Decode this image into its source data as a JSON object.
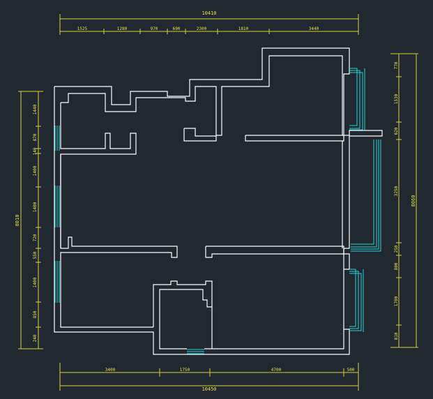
{
  "colors": {
    "background": "#212830",
    "dimension": "#d8d23a",
    "wall": "#ffffff",
    "window": "#22d3d3"
  },
  "dimensions": {
    "top": {
      "total": "10410",
      "segments": [
        "1525",
        "1280",
        "970",
        "690",
        "2300",
        "1810",
        "3440"
      ]
    },
    "bottom": {
      "total": "10450",
      "segments": [
        "3400",
        "1750",
        "4700",
        "500"
      ]
    },
    "left": {
      "total": "8010",
      "segments": [
        "1440",
        "870",
        "140",
        "1400",
        "1400",
        "720",
        "550",
        "1400",
        "850",
        "240"
      ]
    },
    "right": {
      "total": "8060",
      "segments": [
        "770",
        "1530",
        "620",
        "3250",
        "250",
        "800",
        "1700",
        "810"
      ]
    }
  }
}
